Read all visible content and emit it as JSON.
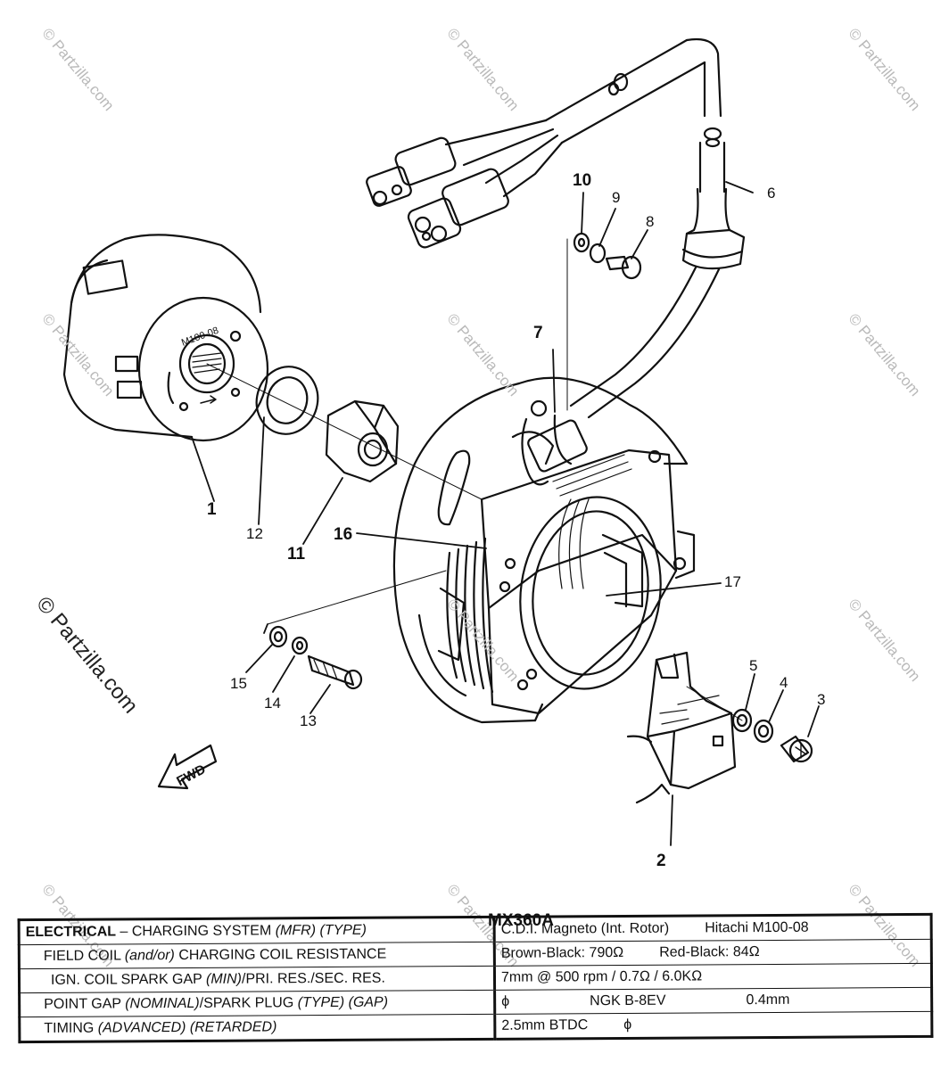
{
  "callouts": {
    "c1": "1",
    "c2": "2",
    "c3": "3",
    "c4": "4",
    "c5": "5",
    "c6": "6",
    "c7": "7",
    "c8": "8",
    "c9": "9",
    "c10": "10",
    "c11": "11",
    "c12": "12",
    "c13": "13",
    "c14": "14",
    "c15": "15",
    "c16": "16",
    "c17": "17"
  },
  "rotor_marking": "M100-08",
  "fwd_label": "FWD",
  "watermark": "© Partzilla.com",
  "model": "MX360A",
  "spec_table": {
    "row1": {
      "label_bold": "ELECTRICAL",
      "label_dash": " – CHARGING SYSTEM ",
      "label_it": "(MFR) (TYPE)",
      "value_a": "C.D.I. Magneto (Int. Rotor)",
      "value_b": "Hitachi M100-08"
    },
    "row2": {
      "label_a": "FIELD COIL ",
      "label_it": "(and/or)",
      "label_b": " CHARGING COIL RESISTANCE",
      "value_a": "Brown-Black:  790Ω",
      "value_b": "Red-Black:  84Ω"
    },
    "row3": {
      "label_a": "IGN. COIL SPARK GAP ",
      "label_it": "(MIN)",
      "label_b": "/PRI. RES./SEC. RES.",
      "value": "7mm @ 500 rpm / 0.7Ω / 6.0KΩ"
    },
    "row4": {
      "label_a": "POINT GAP ",
      "label_it": "(NOMINAL)",
      "label_b": "/SPARK PLUG ",
      "label_it2": "(TYPE) (GAP)",
      "value_a": "ϕ",
      "value_b": "NGK B-8EV",
      "value_c": "0.4mm"
    },
    "row5": {
      "label_a": "TIMING ",
      "label_it": "(ADVANCED) (RETARDED)",
      "value_a": "2.5mm BTDC",
      "value_b": "ϕ"
    }
  },
  "colors": {
    "ink": "#111111",
    "watermark": "#b9b9b9",
    "paper": "#ffffff"
  }
}
